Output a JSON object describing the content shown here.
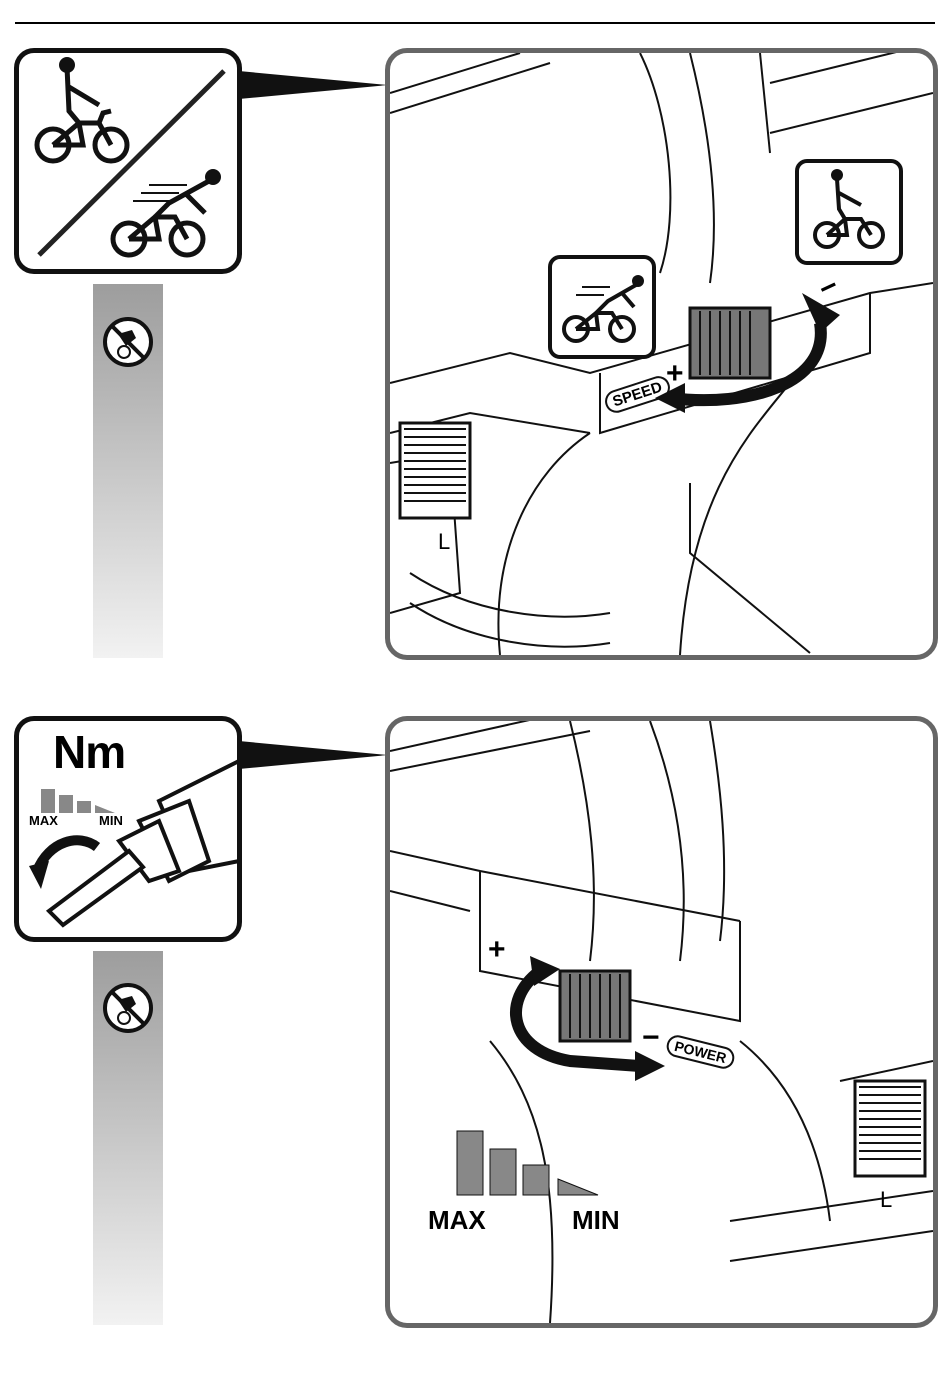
{
  "section1": {
    "switch_label": "SPEED",
    "plus": "+",
    "minus": "−",
    "side_letter": "L",
    "icons": {
      "main": "slow-vs-fast-cyclist-icon",
      "fast": "fast-cyclist-icon",
      "slow": "slow-cyclist-icon",
      "no_symbol": "no-hammer-drill-icon"
    }
  },
  "section2": {
    "unit": "Nm",
    "small_max": "MAX",
    "small_min": "MIN",
    "switch_label": "POWER",
    "plus": "+",
    "minus": "−",
    "side_letter": "L",
    "big_max": "MAX",
    "big_min": "MIN",
    "icons": {
      "main": "torque-drill-icon",
      "no_symbol": "no-hammer-drill-icon"
    }
  }
}
